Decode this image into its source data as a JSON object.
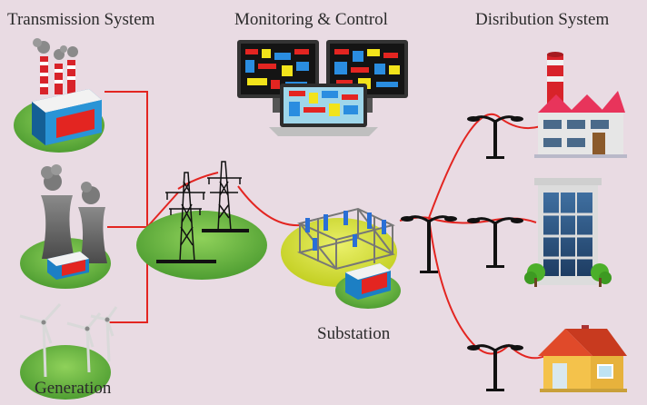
{
  "labels": {
    "transmission": "Transmission System",
    "monitoring": "Monitoring & Control",
    "distribution": "Disribution System",
    "substation": "Substation",
    "generation": "Generation"
  },
  "colors": {
    "background": "#e9dbe3",
    "ground": "#63b33e",
    "ground_highlight": "#8fd15a",
    "power_line": "#e32521",
    "substation_pad": "#d6e23a",
    "screen_bg": "#141414",
    "plant_red": "#d8232a"
  },
  "icons": [
    "factory-icon",
    "cooling-tower-icon",
    "wind-turbine-icon",
    "transmission-tower-icon",
    "monitor-icon",
    "laptop-icon",
    "substation-icon",
    "street-lamp-icon",
    "industrial-building-icon",
    "office-building-icon",
    "house-icon"
  ]
}
